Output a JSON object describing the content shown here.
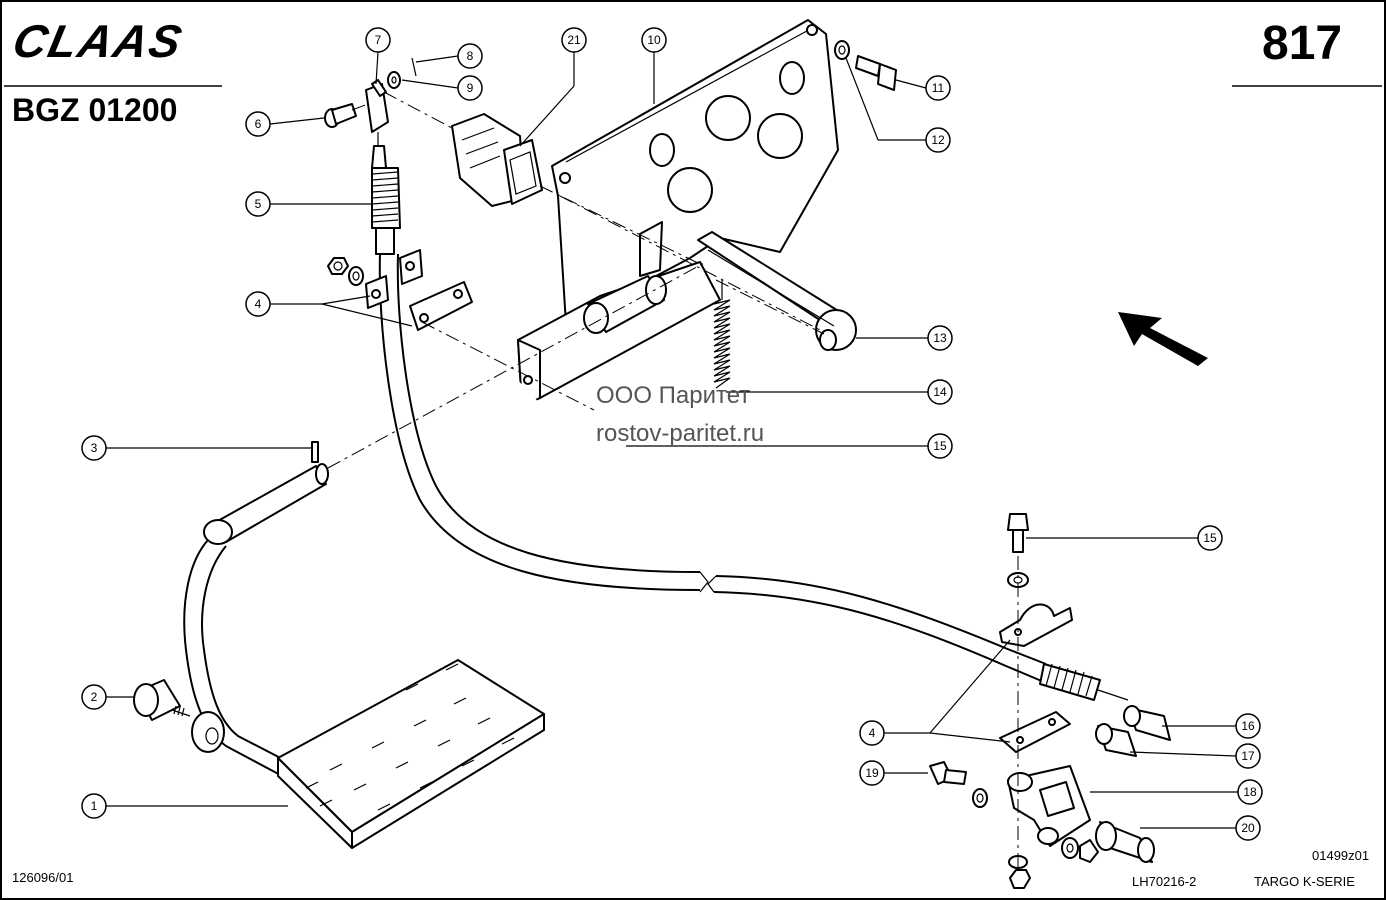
{
  "header": {
    "brand": "CLAAS",
    "group_code": "BGZ 01200",
    "page_number": "817"
  },
  "watermark": {
    "line1": "ООО Паритет",
    "line2": "rostov-paritet.ru"
  },
  "footer": {
    "document_number": "126096/01",
    "image_number": "01499z01",
    "drawing_number": "LH70216-2",
    "series": "TARGO K-SERIE"
  },
  "callouts": {
    "c1": "1",
    "c2": "2",
    "c3": "3",
    "c4a": "4",
    "c4b": "4",
    "c5": "5",
    "c6": "6",
    "c7": "7",
    "c8": "8",
    "c9": "9",
    "c10": "10",
    "c11": "11",
    "c12": "12",
    "c13": "13",
    "c14": "14",
    "c15a": "15",
    "c15b": "15",
    "c16": "16",
    "c17": "17",
    "c18": "18",
    "c19": "19",
    "c20": "20",
    "c21": "21"
  }
}
